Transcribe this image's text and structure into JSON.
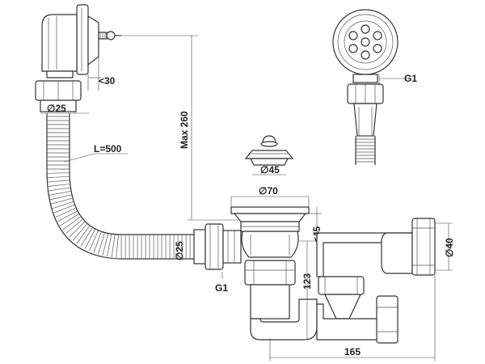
{
  "drawing": {
    "type": "technical-drawing",
    "subject": "bath waste and overflow siphon",
    "dimensions": {
      "overflow_depth": "<30",
      "overflow_pipe_diameter": "∅25",
      "hose_length": "L=500",
      "max_height": "Max 260",
      "plug_diameter": "∅45",
      "drain_flange_diameter": "∅70",
      "drain_depth": "<45",
      "inlet_pipe_diameter": "∅25",
      "thread_left": "G1",
      "thread_right": "G1",
      "siphon_height": "123",
      "siphon_width": "165",
      "outlet_diameter": "∅40"
    }
  }
}
